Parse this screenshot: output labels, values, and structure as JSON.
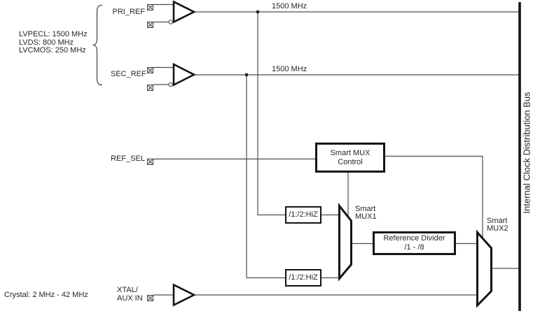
{
  "diagram": {
    "left_notes": {
      "rates": [
        "LVPECL: 1500 MHz",
        "LVDS: 800 MHz",
        "LVCMOS: 250 MHz"
      ],
      "crystal": "Crystal: 2 MHz - 42 MHz"
    },
    "inputs": {
      "pri_ref": "PRI_REF",
      "sec_ref": "SEC_REF",
      "ref_sel": "REF_SEL",
      "xtal_line1": "XTAL/",
      "xtal_line2": "AUX IN"
    },
    "wire_labels": {
      "pri_rate": "1500 MHz",
      "sec_rate": "1500 MHz"
    },
    "blocks": {
      "smart_mux_control_line1": "Smart MUX",
      "smart_mux_control_line2": "Control",
      "hiz_top": "/1:/2:HiZ",
      "hiz_bottom": "/1:/2:HiZ",
      "smart_mux1_line1": "Smart",
      "smart_mux1_line2": "MUX1",
      "reference_divider_line1": "Reference Divider",
      "reference_divider_line2": "/1 - /8",
      "smart_mux2_line1": "Smart",
      "smart_mux2_line2": "MUX2"
    },
    "bus_label": "Internal Clock Distribution Bus",
    "colors": {
      "wire": "#4d4d4d",
      "component_stroke": "#141414",
      "text": "#262626",
      "background": "#ffffff"
    }
  }
}
